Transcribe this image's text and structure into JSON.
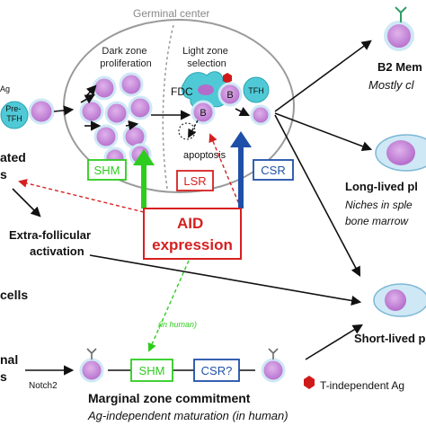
{
  "germinal_center": {
    "title": "Germinal center",
    "dark_zone": [
      "Dark zone",
      "proliferation"
    ],
    "light_zone": [
      "Light zone",
      "selection"
    ],
    "fdc": "FDC",
    "tfh": "TFH",
    "b": "B",
    "apoptosis": "apoptosis"
  },
  "left": {
    "ag": "Ag",
    "pre_tfh": [
      "Pre-",
      "TFH"
    ],
    "activated": [
      "ated",
      "s"
    ],
    "extra_follicular": [
      "Extra-follicular",
      "activation"
    ],
    "cells": "cells",
    "marginal": [
      "nal",
      "s"
    ],
    "notch2": "Notch2"
  },
  "boxes": {
    "shm_top": "SHM",
    "lsr": "LSR",
    "csr_top": "CSR",
    "shm_bottom": "SHM",
    "csr_bottom": "CSR?"
  },
  "aid": [
    "AID",
    "expression"
  ],
  "in_human": "(in human)",
  "bottom": {
    "marginal_commitment": "Marginal zone commitment",
    "ag_independent": "Ag-independent maturation (in human)",
    "t_independent": "T-independent  Ag"
  },
  "right": {
    "b2_memory": "B2 Mem",
    "mostly": "Mostly cl",
    "long_lived": "Long-lived pl",
    "niches": [
      "Niches in sple",
      "bone marrow"
    ],
    "short_lived": "Short-lived p"
  },
  "colors": {
    "shm": "#2ecc1e",
    "lsr": "#d62020",
    "csr": "#1f4fa8",
    "cell_fill": "#c37fd6",
    "cell_ring": "#cfe8f5",
    "fdc": "#4fc9d6",
    "ag_red": "#d01a1a",
    "receptor": "#6b6b6b"
  }
}
